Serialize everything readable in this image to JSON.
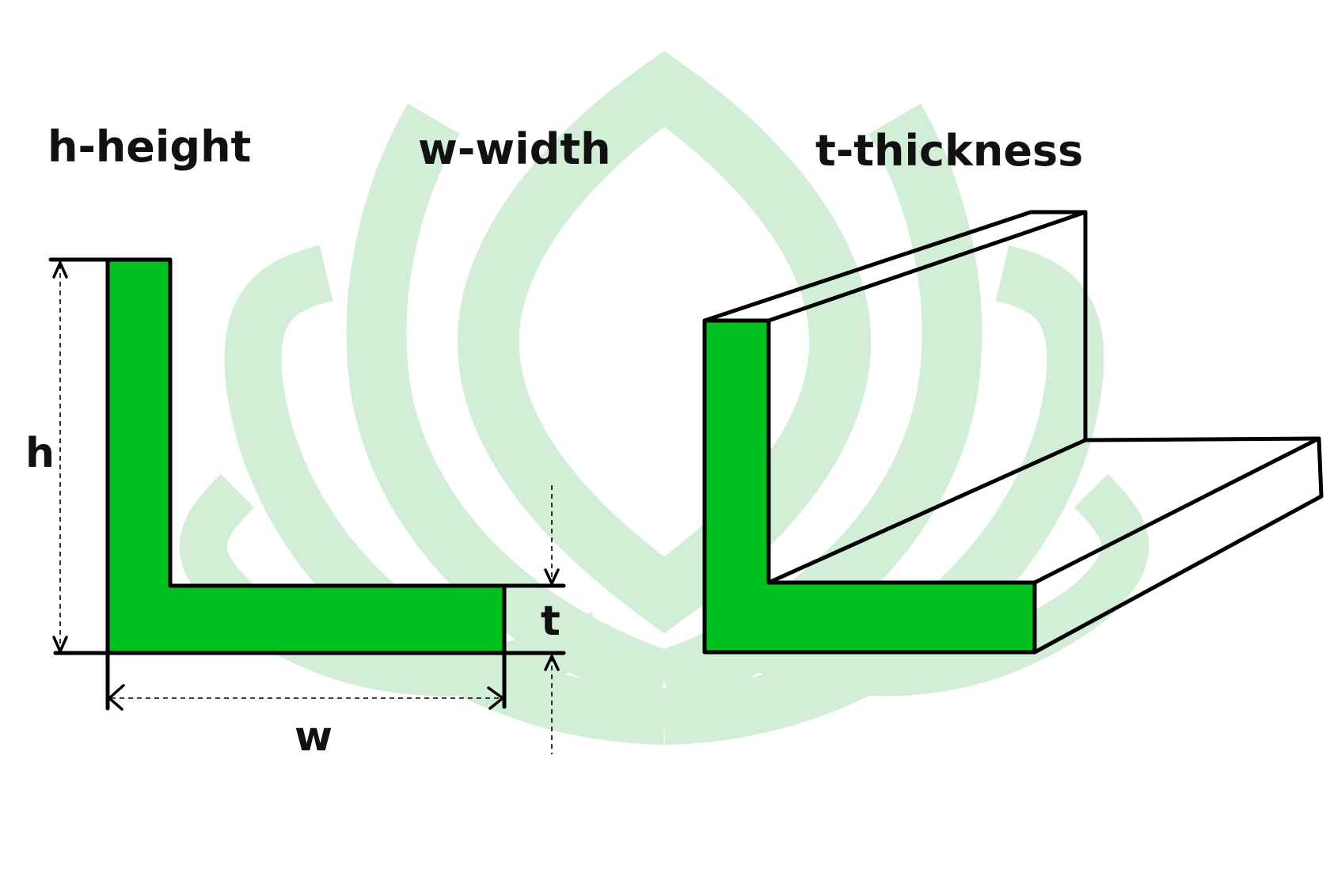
{
  "titles": {
    "height": "h-height",
    "width": "w-width",
    "thickness": "t-thickness"
  },
  "labels": {
    "h": "h",
    "w": "w",
    "t": "t"
  },
  "colors": {
    "profile_fill": "#00c020",
    "watermark": "#d2eed6",
    "outline": "#000000"
  }
}
